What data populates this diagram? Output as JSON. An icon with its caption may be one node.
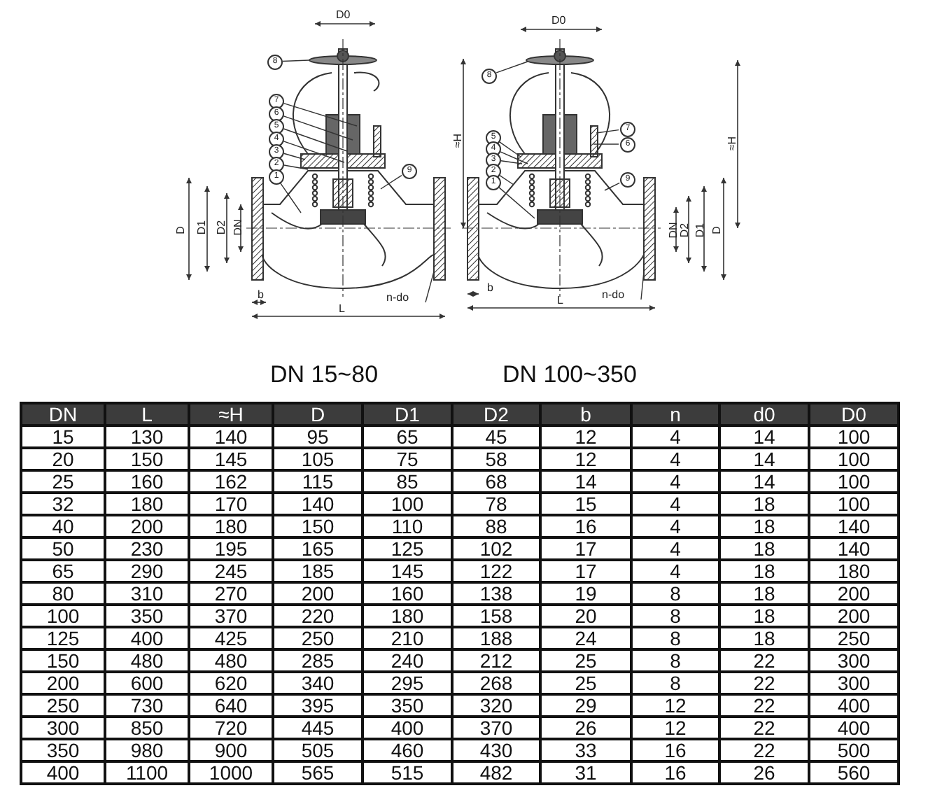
{
  "diagram": {
    "nodes": [
      {
        "text": [
          "8"
        ]
      },
      {
        "text": [
          "7"
        ]
      },
      {
        "text": [
          "6"
        ]
      },
      {
        "text": [
          "5"
        ]
      },
      {
        "text": [
          "4"
        ]
      },
      {
        "text": [
          "3"
        ]
      },
      {
        "text": [
          "2"
        ]
      },
      {
        "text": [
          "1"
        ]
      },
      {
        "text": [
          "9"
        ]
      },
      {
        "text": [
          "n-do"
        ]
      },
      {
        "text": [
          "8"
        ]
      },
      {
        "text": [
          "7"
        ]
      },
      {
        "text": [
          "6"
        ]
      },
      {
        "text": [
          "5"
        ]
      },
      {
        "text": [
          "4"
        ]
      },
      {
        "text": [
          "3"
        ]
      },
      {
        "text": [
          "2"
        ]
      },
      {
        "text": [
          "1"
        ]
      },
      {
        "text": [
          "9"
        ]
      },
      {
        "text": [
          "n-do"
        ]
      }
    ],
    "edges": [
      {
        "from": 0,
        "to": null,
        "arrow": "none"
      },
      {
        "from": 1,
        "to": null,
        "arrow": "none"
      },
      {
        "from": 2,
        "to": null,
        "arrow": "none"
      },
      {
        "from": 3,
        "to": null,
        "arrow": "none"
      },
      {
        "from": 4,
        "to": null,
        "arrow": "none"
      },
      {
        "from": 5,
        "to": null,
        "arrow": "none"
      },
      {
        "from": 6,
        "to": null,
        "arrow": "none"
      },
      {
        "from": 7,
        "to": null,
        "arrow": "none"
      },
      {
        "from": 8,
        "to": null,
        "arrow": "none"
      },
      {
        "from": 9,
        "to": null,
        "arrow": "none"
      },
      {
        "from": 10,
        "to": null,
        "arrow": "none"
      },
      {
        "from": 11,
        "to": null,
        "arrow": "none"
      },
      {
        "from": 12,
        "to": null,
        "arrow": "none"
      },
      {
        "from": 13,
        "to": null,
        "arrow": "none"
      },
      {
        "from": 14,
        "to": null,
        "arrow": "none"
      },
      {
        "from": 15,
        "to": null,
        "arrow": "none"
      },
      {
        "from": 16,
        "to": null,
        "arrow": "none"
      },
      {
        "from": 17,
        "to": null,
        "arrow": "none"
      },
      {
        "from": 18,
        "to": null,
        "arrow": "none"
      },
      {
        "from": 19,
        "to": null,
        "arrow": "none"
      }
    ],
    "labels": [
      "D0",
      "D0",
      "≈H",
      "≈H",
      "D",
      "D1",
      "D2",
      "DN",
      "DN",
      "D2",
      "D1",
      "D",
      "b",
      "b",
      "L",
      "L",
      "DN 15~80",
      "DN 100~350",
      "DN",
      "L",
      "≈H",
      "D",
      "D1",
      "D2",
      "b",
      "n",
      "d0",
      "D0",
      "15",
      "130",
      "140",
      "95",
      "65",
      "45",
      "12",
      "4",
      "14",
      "100",
      "20",
      "150",
      "145",
      "105",
      "75",
      "58",
      "12",
      "4",
      "14",
      "100",
      "25",
      "160",
      "162",
      "115",
      "85",
      "68",
      "14",
      "4",
      "14",
      "100",
      "32",
      "180",
      "170",
      "140",
      "100",
      "78",
      "15",
      "4",
      "18",
      "100",
      "40",
      "200",
      "180",
      "150",
      "110",
      "88",
      "16",
      "4",
      "18",
      "140",
      "50",
      "230",
      "195",
      "165",
      "125",
      "102",
      "17",
      "4",
      "18",
      "140",
      "65",
      "290",
      "245",
      "185",
      "145",
      "122",
      "17",
      "4",
      "18",
      "180",
      "80",
      "310",
      "270",
      "200",
      "160",
      "138",
      "19",
      "8",
      "18",
      "200",
      "100",
      "350",
      "370",
      "220",
      "180",
      "158",
      "20",
      "8",
      "18",
      "200",
      "125",
      "400",
      "425",
      "250",
      "210",
      "188",
      "24",
      "8",
      "18",
      "250",
      "150",
      "480",
      "480",
      "285",
      "240",
      "212",
      "25",
      "8",
      "22",
      "300",
      "200",
      "600",
      "620",
      "340",
      "295",
      "268",
      "25",
      "8",
      "22",
      "300",
      "250",
      "730",
      "640",
      "395",
      "350",
      "320",
      "29",
      "12",
      "22",
      "400",
      "300",
      "850",
      "720",
      "445",
      "400",
      "370",
      "26",
      "12",
      "22",
      "400",
      "350",
      "980",
      "900",
      "505",
      "460",
      "430",
      "33",
      "16",
      "22",
      "500",
      "400",
      "1100",
      "1000",
      "565",
      "515",
      "482",
      "31",
      "16",
      "26",
      "560"
    ]
  }
}
